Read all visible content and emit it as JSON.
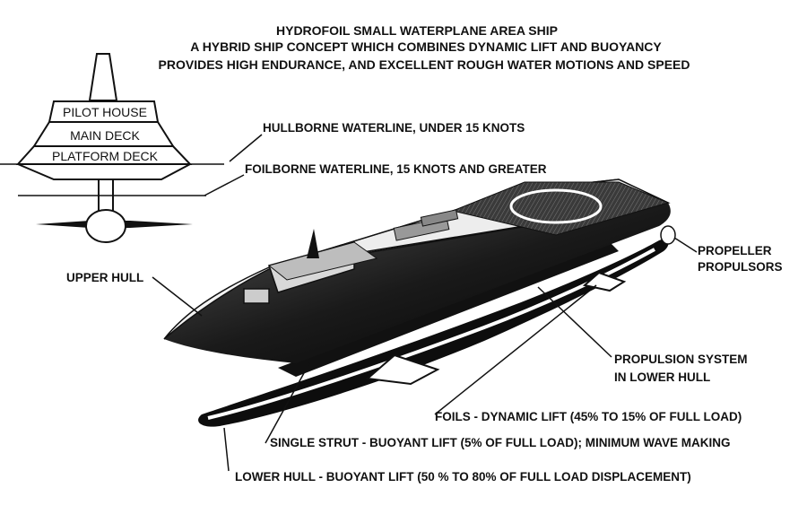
{
  "title": {
    "line1": "HYDROFOIL SMALL WATERPLANE AREA SHIP",
    "line2": "A HYBRID SHIP CONCEPT WHICH COMBINES DYNAMIC LIFT AND BUOYANCY",
    "line3": "PROVIDES HIGH ENDURANCE,  AND EXCELLENT  ROUGH WATER MOTIONS  AND SPEED"
  },
  "section_view": {
    "pilot_house": "PILOT HOUSE",
    "main_deck": "MAIN DECK",
    "platform_deck": "PLATFORM DECK"
  },
  "callouts": {
    "hullborne": "HULLBORNE WATERLINE, UNDER 15 KNOTS",
    "foilborne": "FOILBORNE WATERLINE, 15 KNOTS AND GREATER",
    "upper_hull": "UPPER HULL",
    "propeller_1": "PROPELLER",
    "propeller_2": "PROPULSORS",
    "propulsion_1": "PROPULSION SYSTEM",
    "propulsion_2": "IN LOWER HULL",
    "foils": "FOILS - DYNAMIC LIFT (45% TO 15% OF FULL LOAD)",
    "strut": "SINGLE STRUT - BUOYANT LIFT (5% OF FULL LOAD); MINIMUM WAVE MAKING",
    "lower_hull": "LOWER HULL - BUOYANT LIFT (50 % TO 80% OF FULL LOAD DISPLACEMENT)"
  }
}
